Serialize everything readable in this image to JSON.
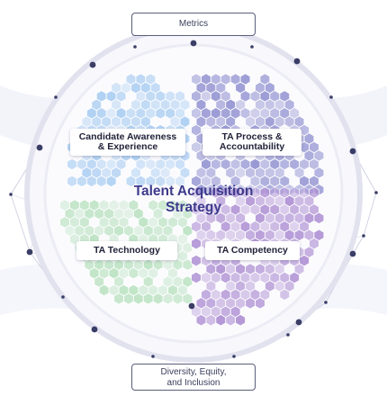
{
  "title_line1": "Talent Acquisition",
  "title_line2": "Strategy",
  "top_pill": {
    "text": "Metrics"
  },
  "bottom_pill": {
    "line1": "Diversity, Equity,",
    "line2": "and Inclusion"
  },
  "quadrants": {
    "top_left": {
      "line1": "Candidate Awareness",
      "line2": "& Experience",
      "color": "#a9cdf2"
    },
    "top_right": {
      "line1": "TA Process &",
      "line2": "Accountability",
      "color": "#8f8fd1"
    },
    "bottom_left": {
      "label": "TA Technology",
      "color": "#b9e2c0"
    },
    "bottom_right": {
      "label": "TA Competency",
      "color": "#ad8ed3"
    }
  },
  "colors": {
    "title": "#3d3a8c",
    "node": "#3a3d66",
    "ring": "#e4e4f2"
  }
}
